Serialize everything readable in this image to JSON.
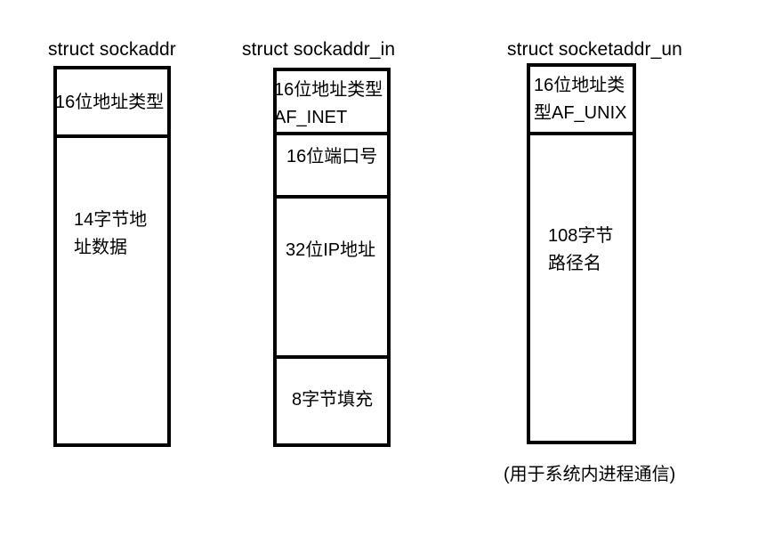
{
  "page": {
    "background_color": "#ffffff",
    "text_color": "#000000",
    "border_color": "#000000"
  },
  "columns": [
    {
      "id": "sockaddr",
      "title": "struct sockaddr",
      "rows": [
        {
          "label": "16位地址类型"
        },
        {
          "label": "14字节地\n址数据"
        }
      ]
    },
    {
      "id": "sockaddr_in",
      "title": "struct sockaddr_in",
      "rows": [
        {
          "label": "16位地址类型\nAF_INET"
        },
        {
          "label": "16位端口号"
        },
        {
          "label": "32位IP地址"
        },
        {
          "label": "8字节填充"
        }
      ]
    },
    {
      "id": "socketaddr_un",
      "title": "struct socketaddr_un",
      "rows": [
        {
          "label": "16位地址类\n型AF_UNIX"
        },
        {
          "label": "108字节\n路径名"
        }
      ]
    }
  ],
  "footnote": "(用于系统内进程通信)"
}
